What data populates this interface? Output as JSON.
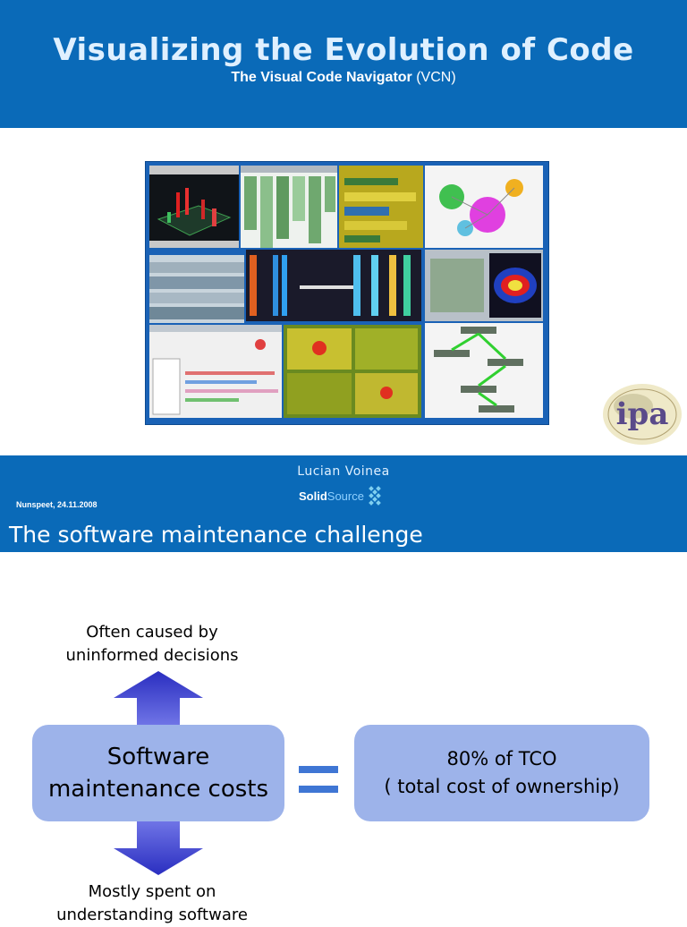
{
  "slide1": {
    "title": "Visualizing the Evolution of Code",
    "subtitle_bold": "The Visual Code Navigator",
    "subtitle_rest": " (VCN)",
    "logo_text": "ipa",
    "author": "Lucian Voinea",
    "brand_solid": "Solid",
    "brand_source": "Source",
    "date": "Nunspeet, 24.11.2008"
  },
  "slide2": {
    "title": "The software maintenance challenge",
    "caption_top_line1": "Often caused by",
    "caption_top_line2": "uninformed decisions",
    "box_left_line1": "Software",
    "box_left_line2": "maintenance costs",
    "box_right_line1": "80% of TCO",
    "box_right_line2": "( total cost of ownership)",
    "caption_bottom_line1": "Mostly spent on",
    "caption_bottom_line2": "understanding software"
  },
  "colors": {
    "band_blue": "#0a6ab8",
    "box_fill": "#9db3ea",
    "arrow_blue": "#3a3fd0",
    "equals_blue": "#3f76d4"
  }
}
